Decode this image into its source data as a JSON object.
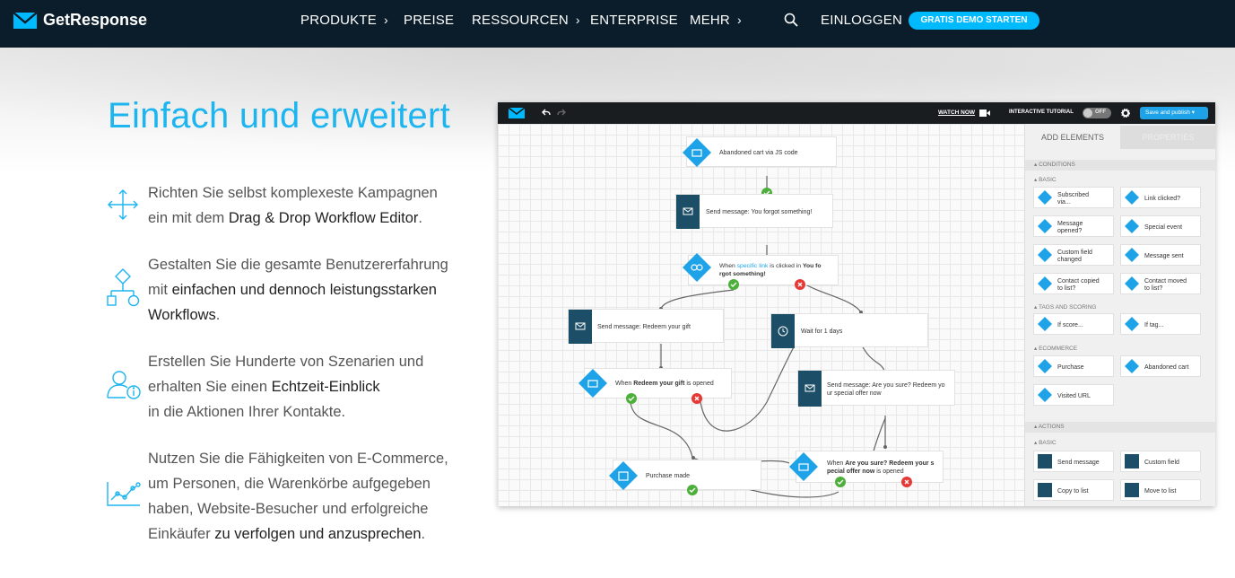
{
  "nav": {
    "brand": "GetResponse",
    "items": [
      {
        "label": "PRODUKTE",
        "chevron": "›"
      },
      {
        "label": "PREISE",
        "chevron": ""
      },
      {
        "label": "RESSOURCEN",
        "chevron": "›"
      },
      {
        "label": "ENTERPRISE",
        "chevron": ""
      },
      {
        "label": "MEHR",
        "chevron": "›"
      }
    ],
    "login": "EINLOGGEN",
    "cta": "GRATIS DEMO STARTEN"
  },
  "hero": {
    "headline": "Einfach und erweitert",
    "features": [
      {
        "icon": "move-arrows-icon",
        "lines": [
          [
            {
              "t": "Richten Sie selbst komplexeste Kampagnen",
              "b": false
            }
          ],
          [
            {
              "t": "ein mit dem ",
              "b": false
            },
            {
              "t": "Drag & Drop Workflow Editor",
              "b": true
            },
            {
              "t": ".",
              "b": false
            }
          ]
        ]
      },
      {
        "icon": "workflow-shapes-icon",
        "lines": [
          [
            {
              "t": "Gestalten Sie die gesamte Benutzererfahrung",
              "b": false
            }
          ],
          [
            {
              "t": "mit ",
              "b": false
            },
            {
              "t": "einfachen und dennoch leistungsstarken",
              "b": true
            }
          ],
          [
            {
              "t": "Workflows",
              "b": true
            },
            {
              "t": ".",
              "b": false
            }
          ]
        ]
      },
      {
        "icon": "user-info-icon",
        "lines": [
          [
            {
              "t": "Erstellen Sie Hunderte von Szenarien und",
              "b": false
            }
          ],
          [
            {
              "t": "erhalten Sie einen ",
              "b": false
            },
            {
              "t": "Echtzeit-Einblick",
              "b": true
            }
          ],
          [
            {
              "t": "in die Aktionen Ihrer Kontakte.",
              "b": false
            }
          ]
        ]
      },
      {
        "icon": "line-chart-icon",
        "lines": [
          [
            {
              "t": "Nutzen Sie die Fähigkeiten von E-Commerce,",
              "b": false
            }
          ],
          [
            {
              "t": "um Personen, die Warenkörbe aufgegeben",
              "b": false
            }
          ],
          [
            {
              "t": "haben, Website-Besucher und erfolgreiche",
              "b": false
            }
          ],
          [
            {
              "t": "Einkäufer ",
              "b": false
            },
            {
              "t": "zu verfolgen und anzusprechen",
              "b": true
            },
            {
              "t": ".",
              "b": false
            }
          ]
        ]
      }
    ]
  },
  "editor": {
    "toolbar": {
      "watch_now": "WATCH NOW",
      "interactive_tutorial": "INTERACTIVE TUTORIAL",
      "toggle": "OFF",
      "publish": "Save and publish"
    },
    "panel": {
      "tabs": [
        "ADD ELEMENTS",
        "PROPERTIES"
      ],
      "sections": {
        "conditions": "CONDITIONS",
        "basic": "BASIC",
        "tags": "TAGS AND SCORING",
        "ecommerce": "ECOMMERCE",
        "actions": "ACTIONS",
        "actions_basic": "BASIC"
      },
      "conditions": [
        [
          "Subscribed",
          "via..."
        ],
        [
          "Link clicked?"
        ],
        [
          "Message",
          "opened?"
        ],
        [
          "Special event"
        ],
        [
          "Custom field",
          "changed"
        ],
        [
          "Message sent"
        ],
        [
          "Contact copied",
          "to list?"
        ],
        [
          "Contact moved",
          "to list?"
        ]
      ],
      "tags": [
        [
          "If score..."
        ],
        [
          "If tag..."
        ]
      ],
      "ecommerce": [
        [
          "Purchase"
        ],
        [
          "Abandoned cart"
        ],
        [
          "Visited URL"
        ]
      ],
      "actions": [
        [
          "Send message"
        ],
        [
          "Custom field"
        ],
        [
          "Copy to list"
        ],
        [
          "Move to list"
        ]
      ]
    },
    "nodes": {
      "n1": "Abandoned cart via JS code",
      "n2": "Send message: You forgot something!",
      "n3a": "When ",
      "n3b": "specific link",
      "n3c": " is clicked in ",
      "n3d": "You fo",
      "n3e": "rgot something!",
      "n4": "Send message: Redeem your gift",
      "n5": "Wait for 1 days",
      "n6a": "When ",
      "n6b": "Redeem your gift",
      "n6c": " is opened",
      "n7a": "Send message: Are you sure? Redeem yo",
      "n7b": "ur special offer now",
      "n8": "Purchase made",
      "n9a": "When ",
      "n9b": "Are you sure? Redeem your s",
      "n9c": "pecial offer now",
      "n9d": " is opened"
    }
  }
}
